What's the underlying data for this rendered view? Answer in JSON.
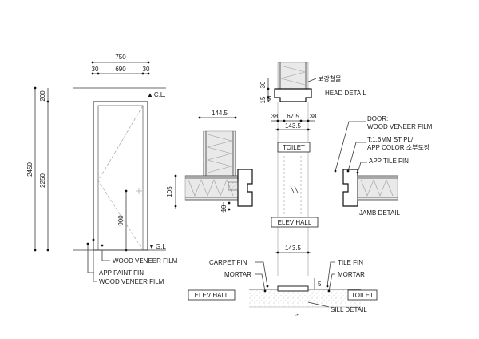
{
  "elevation": {
    "dim_total_width": "750",
    "dim_frame_left": "30",
    "dim_door_width": "690",
    "dim_frame_right": "30",
    "dim_top_gap": "200",
    "dim_total_height": "2450",
    "dim_door_height": "2250",
    "dim_handle_height": "900",
    "label_ceiling": "C.L.",
    "label_ground": "G.L",
    "callout_wood_veneer_1": "WOOD VENEER FILM",
    "callout_app_paint": "APP PAINT FIN",
    "callout_wood_veneer_2": "WOOD VENEER FILM"
  },
  "head_detail": {
    "label_reinforcement": "보강철물",
    "dim_30": "30",
    "dim_15": "15",
    "dim_30b": "30",
    "title": "HEAD DETAIL"
  },
  "jamb_detail": {
    "dim_144_5": "144.5",
    "dim_38_left": "38",
    "dim_67_5": "67.5",
    "dim_38_right": "38",
    "dim_143_5": "143.5",
    "dim_105": "105",
    "dim_10": "10",
    "room_top": "TOILET",
    "room_bottom": "ELEV HALL",
    "callout_door_1": "DOOR:",
    "callout_door_2": "WOOD VENEER FILM",
    "callout_plate_1": "T:1.6MM ST PL/",
    "callout_plate_2": "APP COLOR 소부도장",
    "callout_tile": "APP TILE FIN",
    "title": "JAMB DETAIL"
  },
  "sill_detail": {
    "dim_143_5": "143.5",
    "dim_5": "5",
    "label_carpet": "CARPET FIN",
    "label_mortar_left": "MORTAR",
    "label_tile": "TILE FIN",
    "label_mortar_right": "MORTAR",
    "room_left": "ELEV HALL",
    "room_right": "TOILET",
    "title": "SILL DETAIL"
  }
}
